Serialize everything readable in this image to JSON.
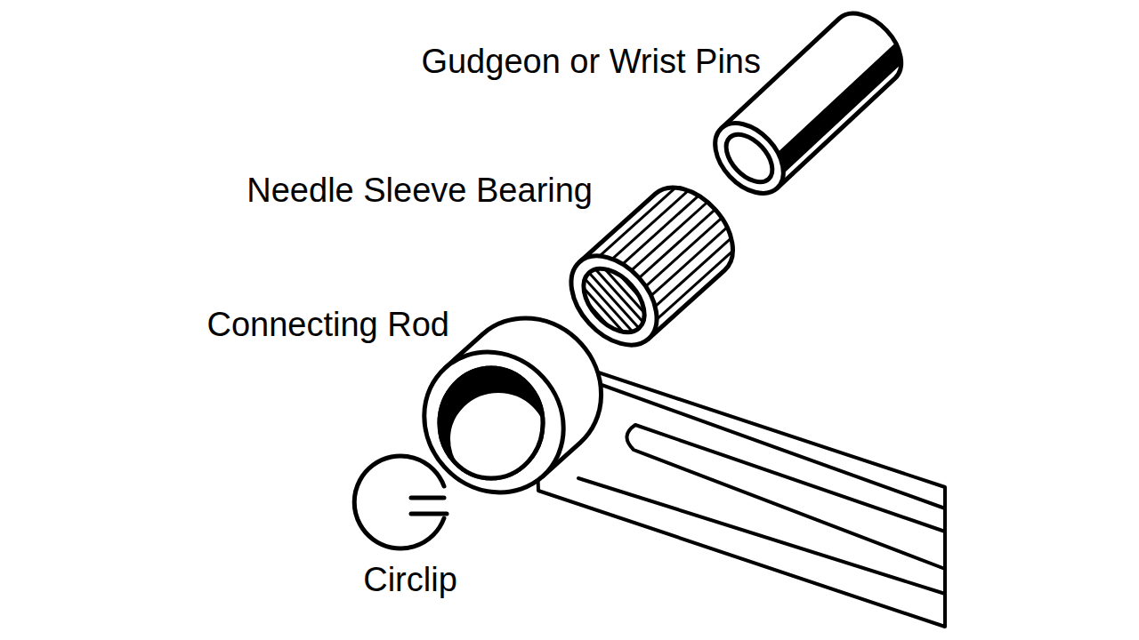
{
  "diagram": {
    "labels": [
      "Gudgeon or Wrist Pins",
      "Needle Sleeve Bearing",
      "Connecting Rod",
      "Circlip"
    ]
  }
}
